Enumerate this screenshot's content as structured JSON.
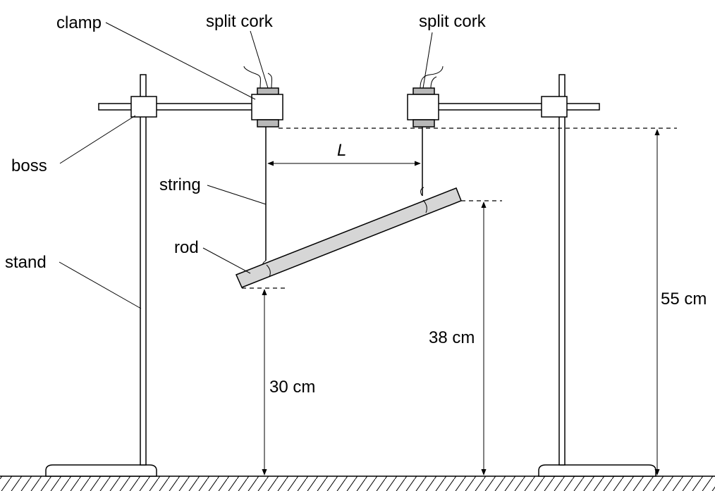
{
  "labels": {
    "clamp": "clamp",
    "split_cork_left": "split cork",
    "split_cork_right": "split cork",
    "boss": "boss",
    "string": "string",
    "rod": "rod",
    "stand": "stand",
    "L": "L",
    "h55": "55 cm",
    "h38": "38 cm",
    "h30": "30 cm"
  }
}
